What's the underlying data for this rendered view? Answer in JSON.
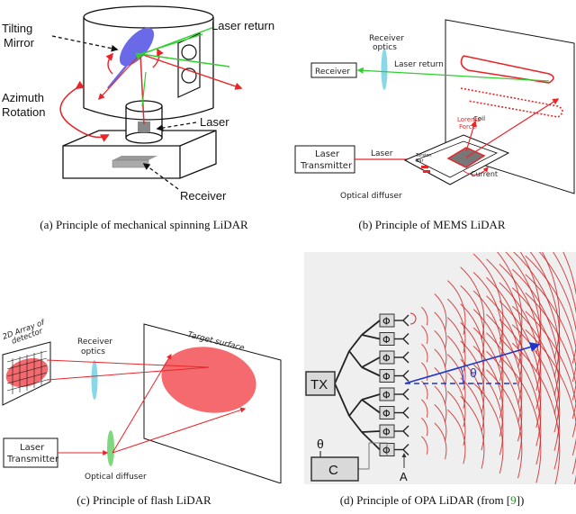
{
  "panel_a": {
    "labels": {
      "tilting_mirror": [
        "Tilting",
        "Mirror"
      ],
      "laser_return": "Laser return",
      "azimuth_rotation": [
        "Azimuth",
        "Rotation"
      ],
      "laser": "Laser",
      "receiver": "Receiver"
    },
    "caption": "(a)  Principle of mechanical spinning LiDAR"
  },
  "panel_b": {
    "labels": {
      "receiver_optics": [
        "Receiver",
        "optics"
      ],
      "receiver": "Receiver",
      "laser_return": "Laser return",
      "lorentz_force": [
        "Lorentz",
        "Force"
      ],
      "coil": "Coil",
      "laser_transmitter": [
        "Laser",
        "Transmitter"
      ],
      "laser": "Laser",
      "torsion_bar": [
        "Torsion",
        "Bar"
      ],
      "current": "Current",
      "optical_diffuser": "Optical diffuser"
    },
    "caption": "(b)  Principle of MEMS LiDAR"
  },
  "panel_c": {
    "labels": {
      "array_of_detector": [
        "2D Array of",
        "detector"
      ],
      "receiver_optics": [
        "Receiver",
        "optics"
      ],
      "target_surface": "Target surface",
      "laser_transmitter": [
        "Laser",
        "Transmitter"
      ],
      "optical_diffuser": "Optical diffuser"
    },
    "caption": "(c)  Principle of flash LiDAR"
  },
  "panel_d": {
    "labels": {
      "tx": "TX",
      "theta": "θ",
      "theta_control": "θ",
      "c": "C",
      "phi": "Φ",
      "a": "A"
    },
    "caption_prefix": "(d)  Principle of OPA LiDAR (from [",
    "caption_ref": "9",
    "caption_suffix": "])"
  },
  "colors": {
    "laser_red": "#e8262a",
    "return_green": "#2fcf2f",
    "mirror_blue": "#6a6ae8",
    "optics_cyan": "#88d8e8",
    "diffuser_green": "#7fd87f",
    "ellipse_red": "#f46a6e",
    "wave_red": "#cc2a2a",
    "beam_blue": "#2233cc",
    "ref_green": "#2a8a2a"
  }
}
